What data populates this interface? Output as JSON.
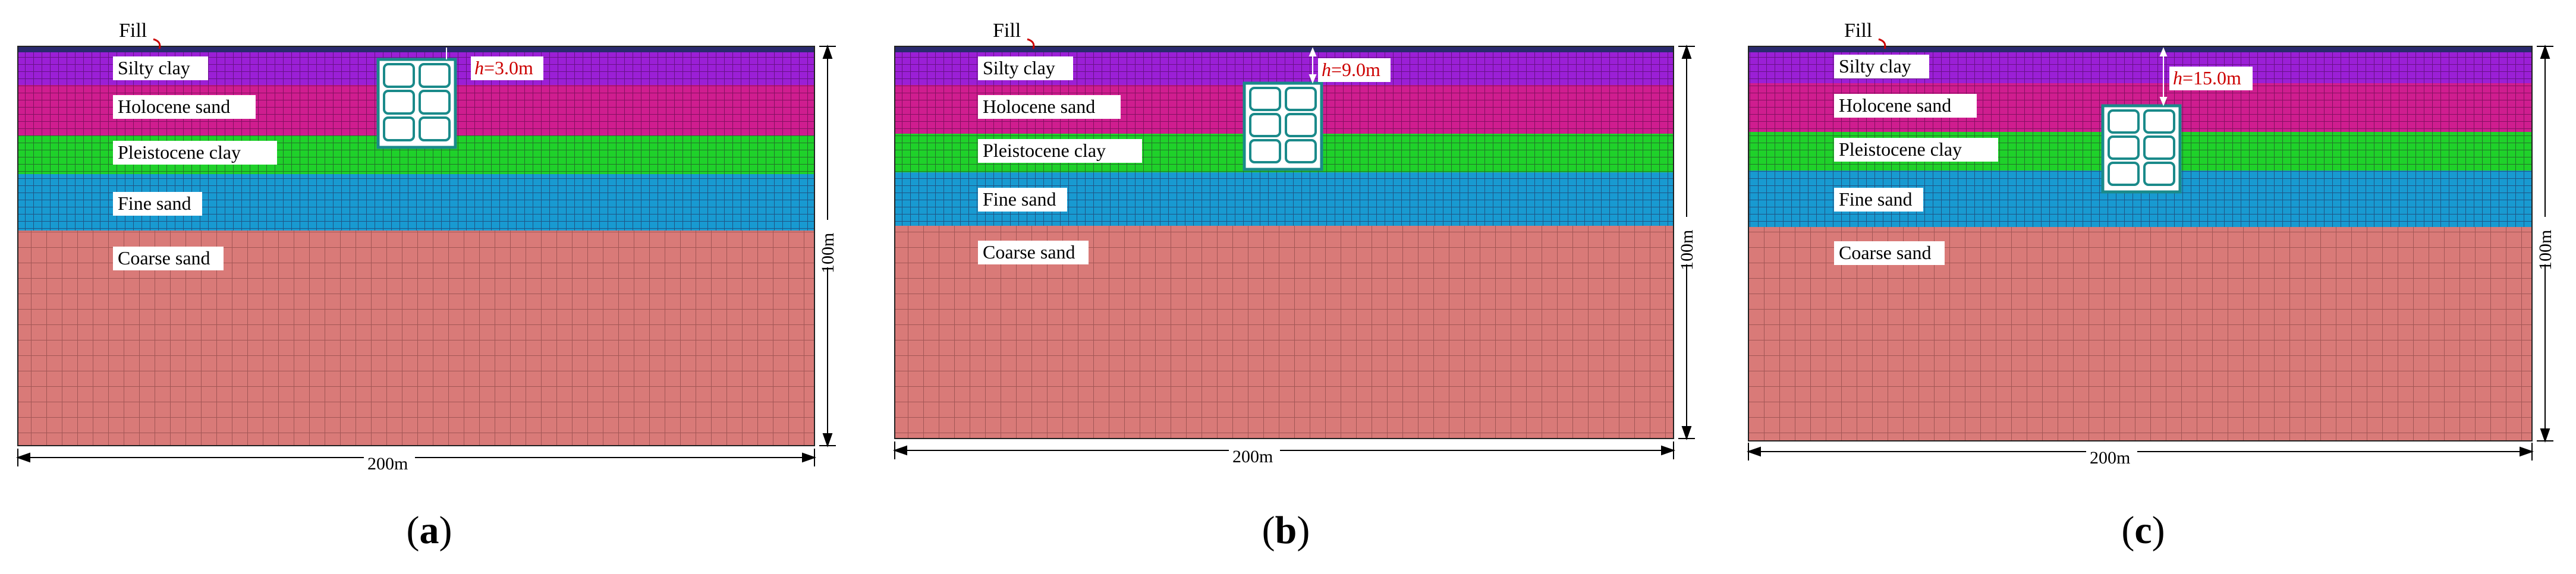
{
  "colors": {
    "fill": "#2a2a6e",
    "silty_clay": "#9b1fd6",
    "holocene_sand": "#cf1d8f",
    "pleistocene_clay": "#1fd12a",
    "fine_sand": "#189ad1",
    "coarse_sand": "#d97a78",
    "structure": "#1a8a8a",
    "annotation": "#cc0000"
  },
  "layers": {
    "fill": "Fill",
    "silty_clay": "Silty clay",
    "holocene_sand": "Holocene sand",
    "pleistocene_clay": "Pleistocene clay",
    "fine_sand": "Fine sand",
    "coarse_sand": "Coarse sand"
  },
  "dimensions": {
    "width": "200m",
    "height": "100m"
  },
  "panels": [
    {
      "id": "a",
      "caption_letter": "a",
      "depth_symbol": "h",
      "depth_value": "=3.0m"
    },
    {
      "id": "b",
      "caption_letter": "b",
      "depth_symbol": "h",
      "depth_value": "=9.0m"
    },
    {
      "id": "c",
      "caption_letter": "c",
      "depth_symbol": "h",
      "depth_value": "=15.0m"
    }
  ]
}
